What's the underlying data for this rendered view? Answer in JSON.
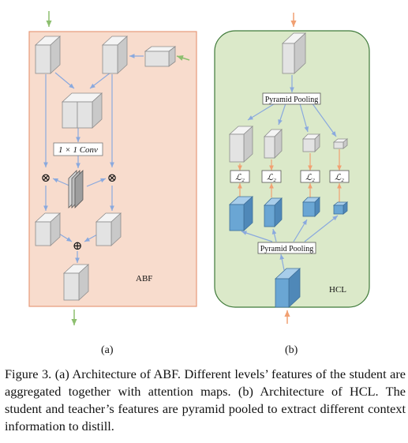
{
  "panel_a": {
    "conv_label": "1 × 1 Conv",
    "multiply_symbol": "⊗",
    "add_symbol": "⊕",
    "name": "ABF",
    "sub_label": "(a)"
  },
  "panel_b": {
    "pool_label": "Pyramid Pooling",
    "loss_label": "ℒ₂",
    "name": "HCL",
    "sub_label": "(b)"
  },
  "colors": {
    "abf_fill": "#f8dccd",
    "abf_stroke": "#e79a7a",
    "hcl_fill": "#dbe9c9",
    "hcl_stroke": "#3f7a3a",
    "arrow_blue": "#8aa9de",
    "arrow_orange": "#f1a072",
    "arrow_green": "#8dbf6f",
    "cube_gray": "#e8e8e8",
    "cube_blue": "#6aa6d4"
  },
  "caption": "Figure 3. (a) Architecture of ABF. Different levels’ features of the student are aggregated together with attention maps. (b) Architecture of HCL. The student and teacher’s features are pyramid pooled to extract different context information to distill."
}
